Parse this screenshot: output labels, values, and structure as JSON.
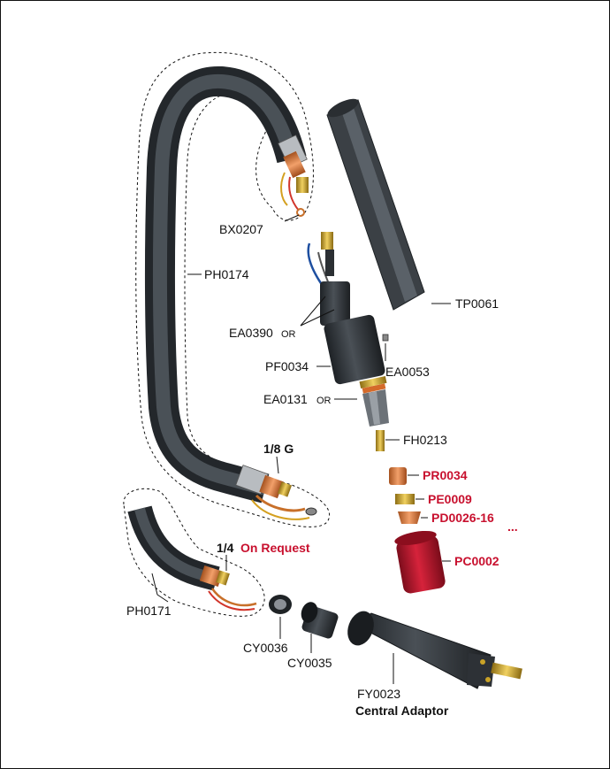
{
  "labels": {
    "bx0207": "BX0207",
    "ph0174": "PH0174",
    "tp0061": "TP0061",
    "ea0390": "EA0390",
    "ea0390_or": "OR",
    "pf0034": "PF0034",
    "ea0053": "EA0053",
    "ea0131": "EA0131",
    "ea0131_or": "OR",
    "fh0213": "FH0213",
    "g18": "1/8 G",
    "pr0034": "PR0034",
    "pe0009": "PE0009",
    "pd0026": "PD0026-16",
    "pd0026_dots": "...",
    "pc0002": "PC0002",
    "q14": "1/4",
    "on_request": "On Request",
    "ph0171": "PH0171",
    "cy0036": "CY0036",
    "cy0035": "CY0035",
    "fy0023": "FY0023",
    "central_adaptor": "Central Adaptor"
  },
  "colors": {
    "hose": "#3b4045",
    "hose_dark": "#23272b",
    "highlight_red": "#c8102e",
    "copper": "#d97a3a",
    "brass": "#c9a227",
    "nozzle_red": "#b5152a"
  }
}
